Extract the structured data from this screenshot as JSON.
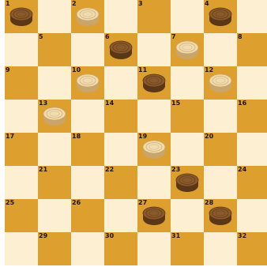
{
  "board": {
    "squares": [
      {
        "number": "1",
        "piece": "black"
      },
      {
        "number": "2",
        "piece": "white"
      },
      {
        "number": "3",
        "piece": ""
      },
      {
        "number": "4",
        "piece": "black"
      },
      {
        "number": "5",
        "piece": ""
      },
      {
        "number": "6",
        "piece": "black"
      },
      {
        "number": "7",
        "piece": "white"
      },
      {
        "number": "8",
        "piece": ""
      },
      {
        "number": "9",
        "piece": ""
      },
      {
        "number": "10",
        "piece": "white"
      },
      {
        "number": "11",
        "piece": "black"
      },
      {
        "number": "12",
        "piece": "white"
      },
      {
        "number": "13",
        "piece": "white"
      },
      {
        "number": "14",
        "piece": ""
      },
      {
        "number": "15",
        "piece": ""
      },
      {
        "number": "16",
        "piece": ""
      },
      {
        "number": "17",
        "piece": ""
      },
      {
        "number": "18",
        "piece": ""
      },
      {
        "number": "19",
        "piece": "white"
      },
      {
        "number": "20",
        "piece": ""
      },
      {
        "number": "21",
        "piece": ""
      },
      {
        "number": "22",
        "piece": ""
      },
      {
        "number": "23",
        "piece": "black"
      },
      {
        "number": "24",
        "piece": ""
      },
      {
        "number": "25",
        "piece": ""
      },
      {
        "number": "26",
        "piece": ""
      },
      {
        "number": "27",
        "piece": "black"
      },
      {
        "number": "28",
        "piece": "black"
      },
      {
        "number": "29",
        "piece": ""
      },
      {
        "number": "30",
        "piece": ""
      },
      {
        "number": "31",
        "piece": ""
      },
      {
        "number": "32",
        "piece": ""
      }
    ]
  },
  "colors": {
    "light_square": "#fdf0d2",
    "dark_square": "#dd9f2e",
    "black_piece": "#8a5a2b",
    "black_piece_rim": "#5a3717",
    "white_piece": "#f1dcb0",
    "white_piece_rim": "#c9a56a"
  }
}
